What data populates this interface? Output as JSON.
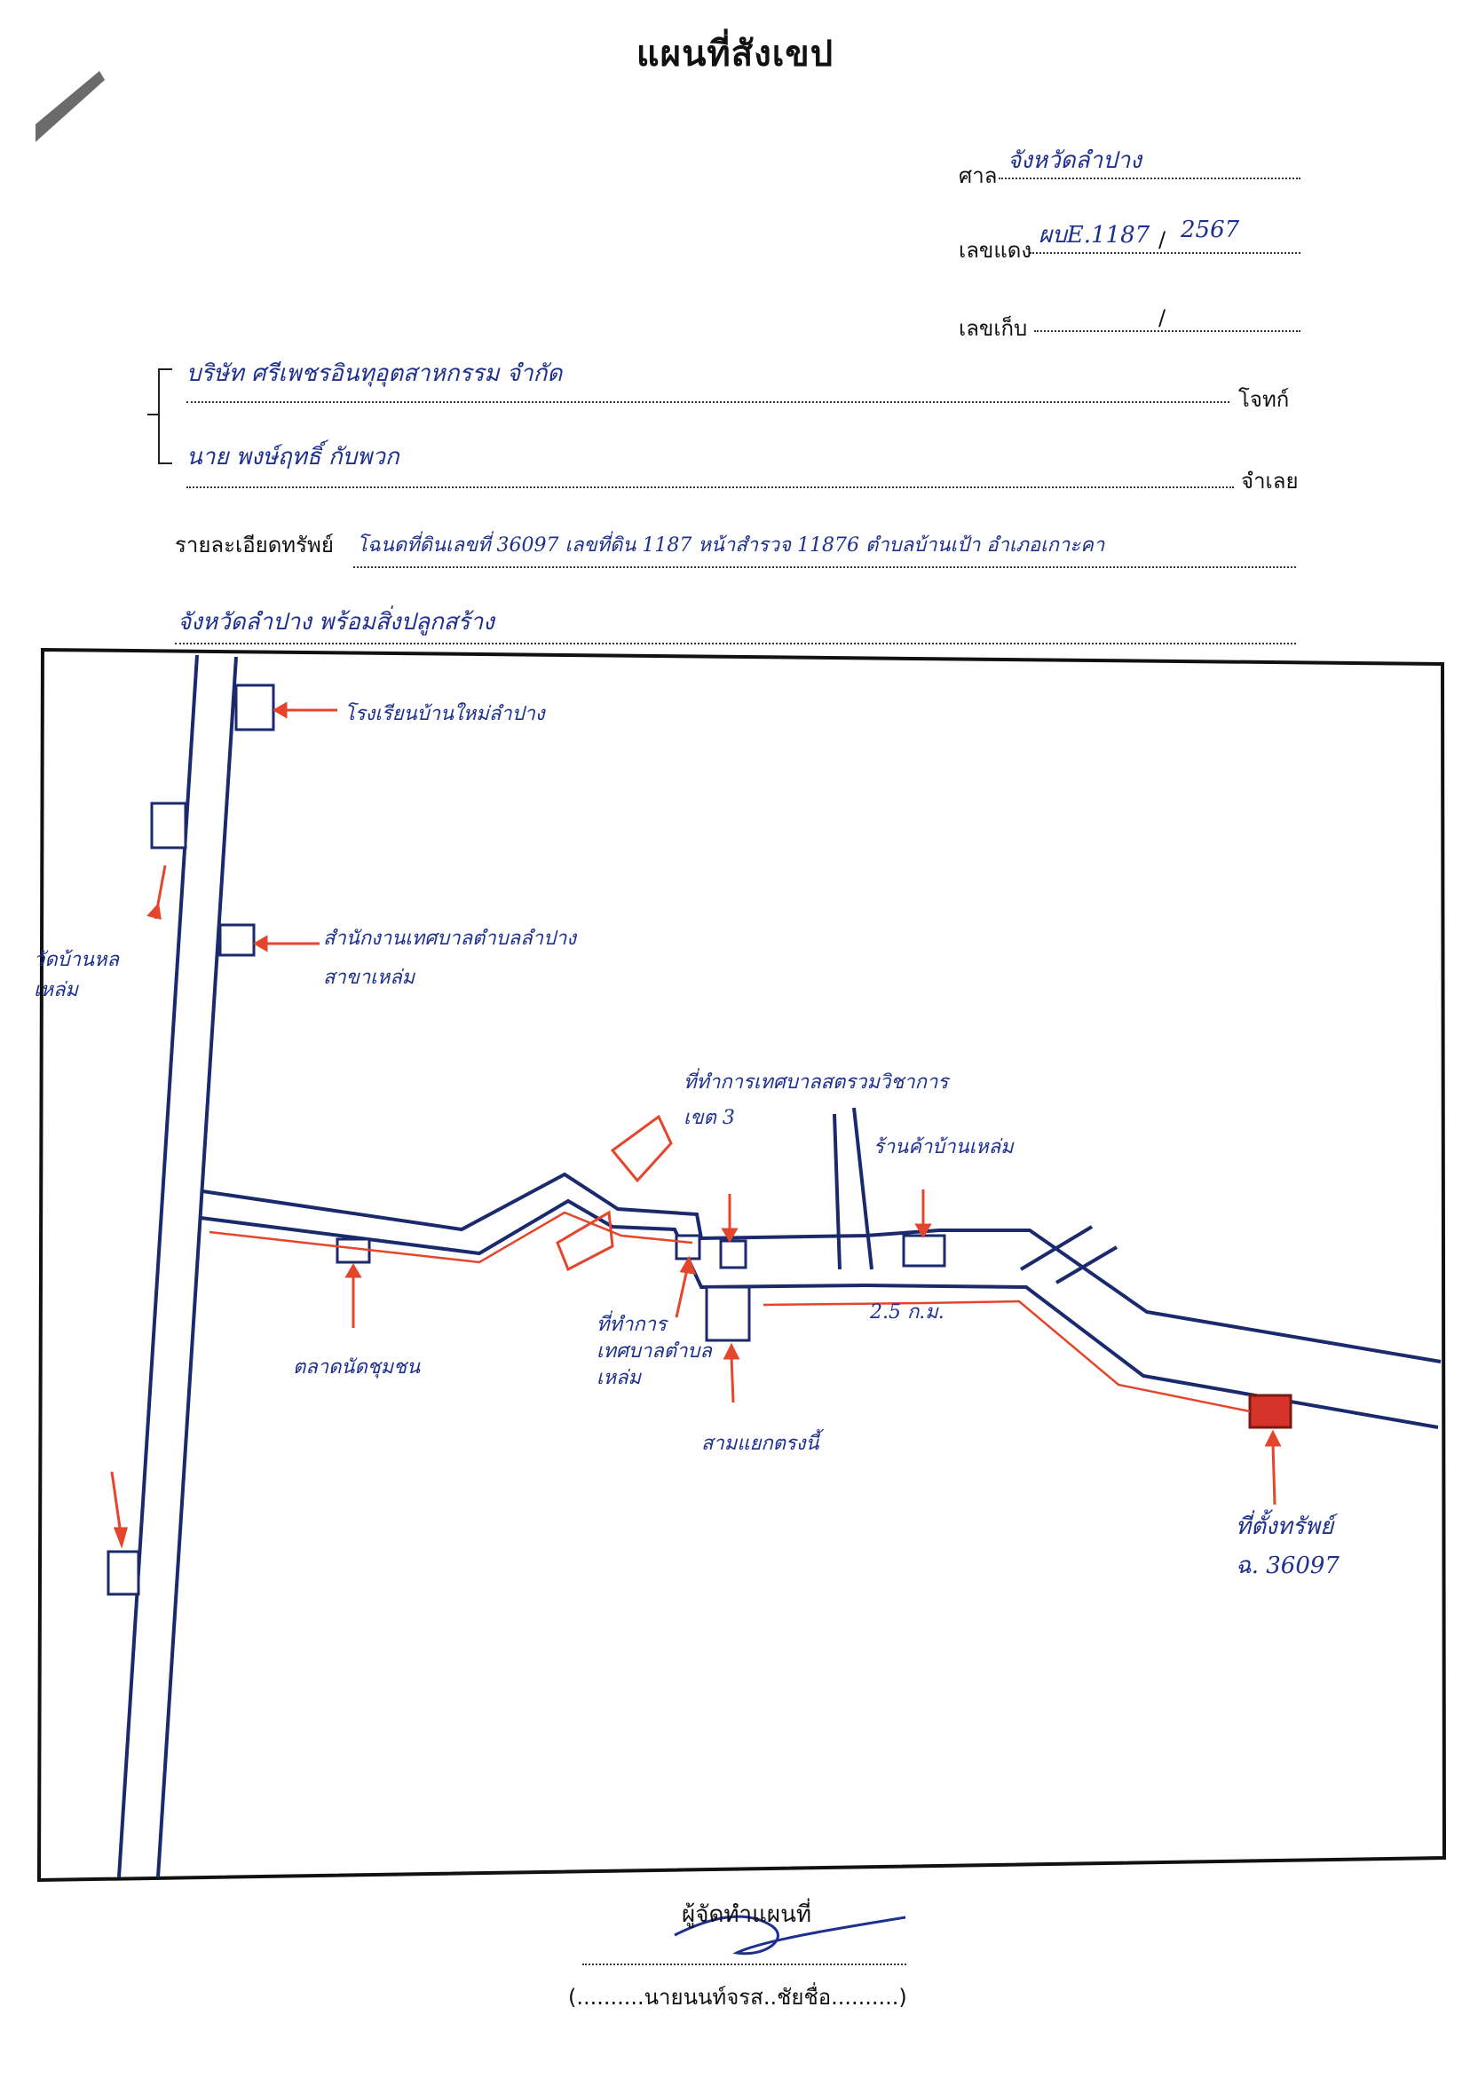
{
  "header": {
    "title": "แผนที่สังเขป"
  },
  "form": {
    "court_label": "ศาล",
    "court_value": "จังหวัดลำปาง",
    "red_no_label": "เลขแดง",
    "red_no_value": "ผบE.1187",
    "red_no_year": "2567",
    "slash": "/",
    "storage_label": "เลขเก็บ",
    "plaintiff_label": "โจทก์",
    "plaintiff_value": "บริษัท ศรีเพชรอินทุอุตสาหกรรม จำกัด",
    "defendant_label": "จำเลย",
    "defendant_value": "นาย พงษ์ฤทธิ์ กับพวก",
    "property_label": "รายละเอียดทรัพย์",
    "property_line1": "โฉนดที่ดินเลขที่ 36097 เลขที่ดิน 1187 หน้าสำรวจ 11876 ตำบลบ้านเป้า อำเภอเกาะคา",
    "property_line2": "จังหวัดลำปาง พร้อมสิ่งปลูกสร้าง"
  },
  "map": {
    "labels": {
      "top_building": "โรงเรียนบ้านใหม่ลำปาง",
      "left_side": "วัดบ้านหล\nเหล่ม",
      "office": "สำนักงานเทศบาลตำบลลำปาง\nสาขาเหล่ม",
      "market": "ตลาดนัดชุมชน",
      "health": "ที่ทำการ\nเทศบาลตำบล\nเหล่ม",
      "temple_upper": "ที่ทำการเทศบาลสตรวมวิชาการ\nเขต 3",
      "shop": "ร้านค้าบ้านเหล่ม",
      "school_small": "สามแยกตรงนี้",
      "distance": "2.5 ก.ม.",
      "property_tag": "ที่ตั้งทรัพย์\nฉ. 36097"
    },
    "colors": {
      "road": "#1a2a6c",
      "marker": "#e5452a",
      "property_fill": "#d6332a"
    }
  },
  "signature": {
    "maker_label": "ผู้จัดทำแผนที่",
    "name_text": "(..........นายนนท์จรส..ชัยชื่อ..........)"
  }
}
